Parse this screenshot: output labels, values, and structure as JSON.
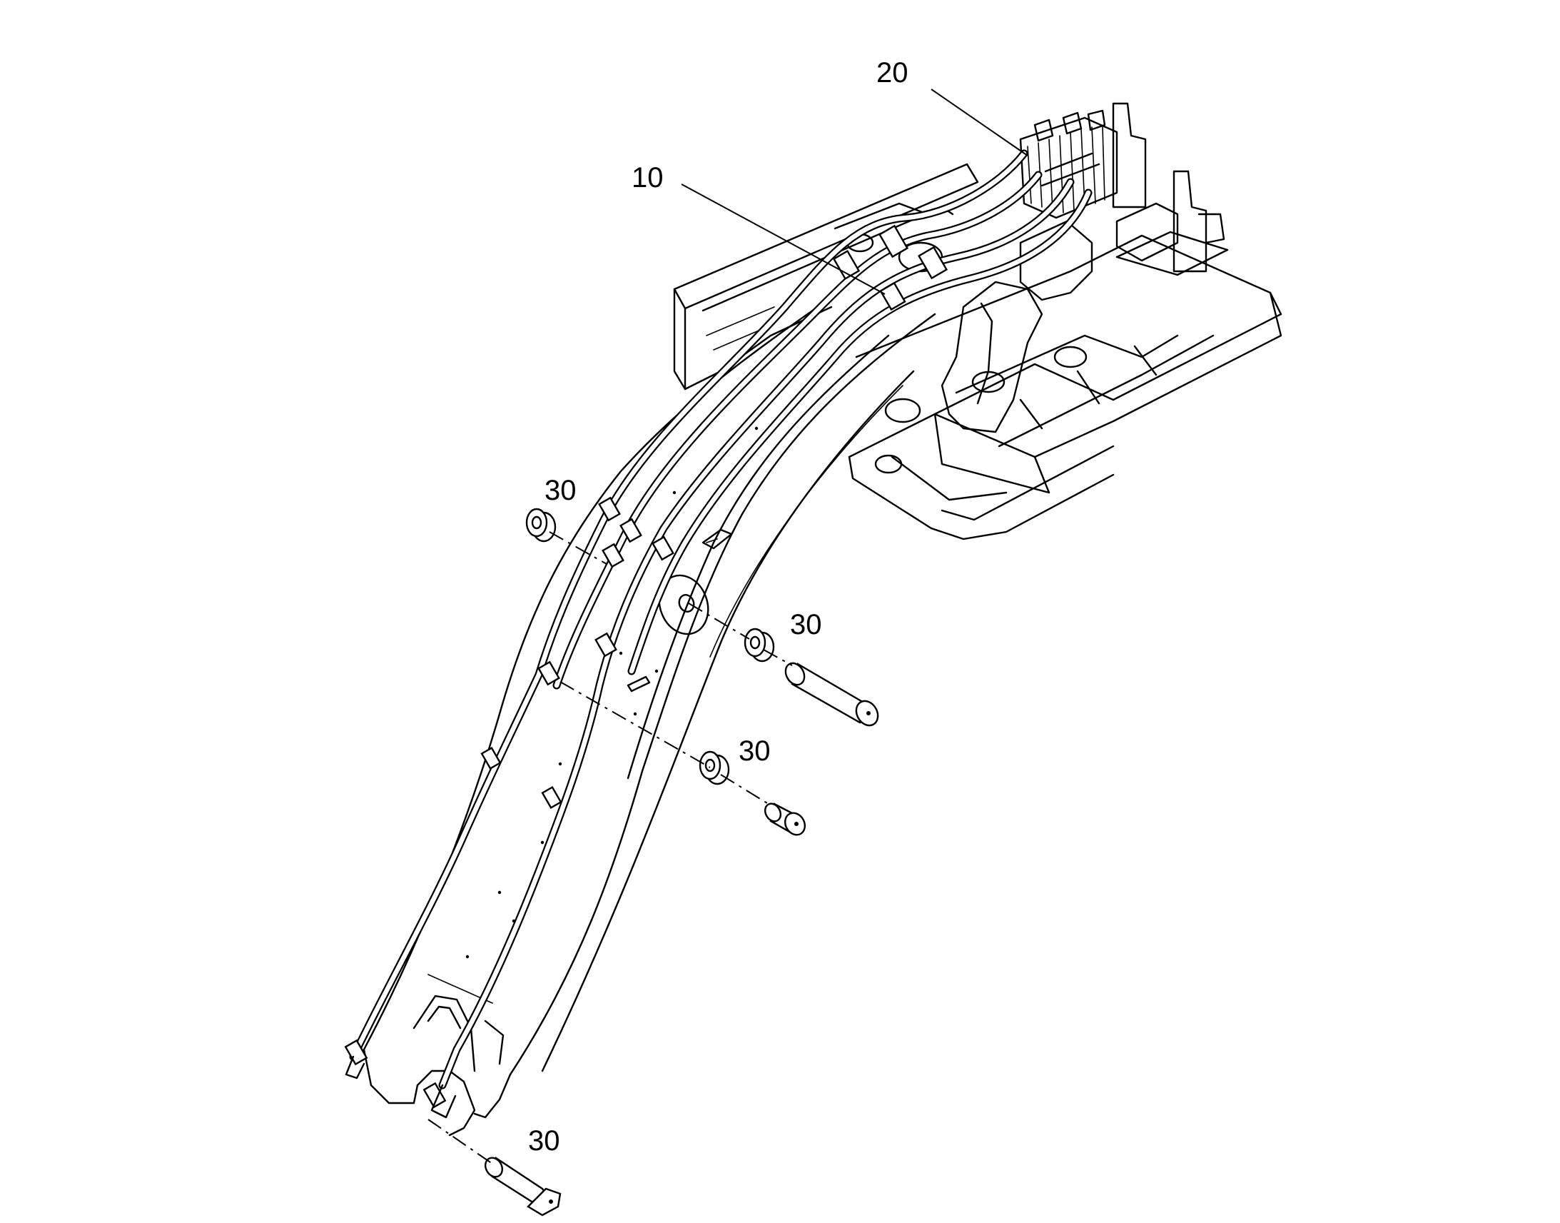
{
  "callouts": [
    {
      "id": "10",
      "label": "10"
    },
    {
      "id": "20",
      "label": "20"
    },
    {
      "id": "30a",
      "label": "30"
    },
    {
      "id": "30b",
      "label": "30"
    },
    {
      "id": "30c",
      "label": "30"
    },
    {
      "id": "30d",
      "label": "30"
    }
  ]
}
